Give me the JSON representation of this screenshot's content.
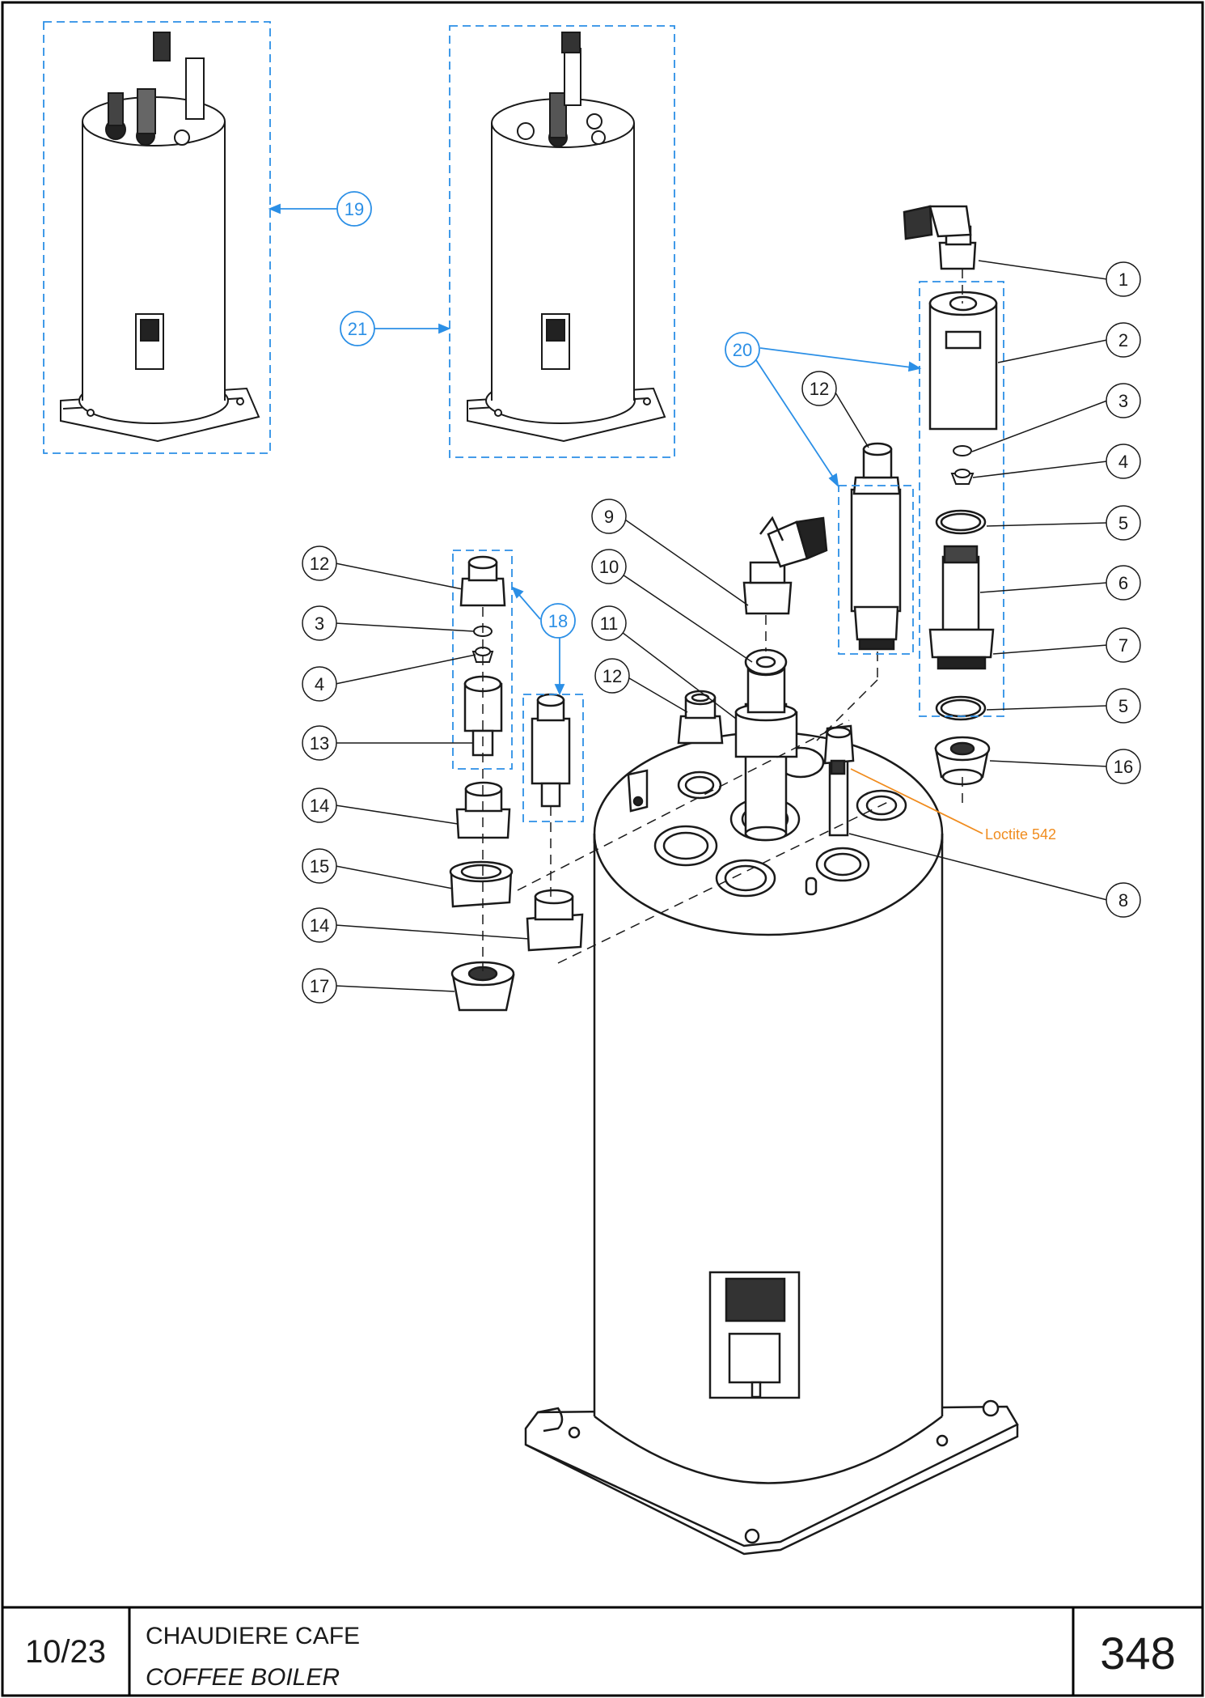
{
  "title_block": {
    "date_code": "10/23",
    "title_fr": "CHAUDIERE CAFE",
    "title_en": "COFFEE BOILER",
    "page_number": "348"
  },
  "annotation": {
    "loctite": "Loctite 542"
  },
  "callouts": {
    "c1": "1",
    "c2": "2",
    "c3a": "3",
    "c4a": "4",
    "c5a": "5",
    "c6": "6",
    "c7": "7",
    "c5b": "5",
    "c16": "16",
    "c8": "8",
    "c12a": "12",
    "c9": "9",
    "c10": "10",
    "c11": "11",
    "c12b": "12",
    "c12c": "12",
    "c3b": "3",
    "c4b": "4",
    "c13": "13",
    "c14a": "14",
    "c15": "15",
    "c14b": "14",
    "c17": "17",
    "c18": "18",
    "c19": "19",
    "c20": "20",
    "c21": "21"
  },
  "colors": {
    "line": "#1a1a1a",
    "assembly_blue": "#2b8fe6",
    "loctite_orange": "#f08c1e",
    "frame": "#000000"
  }
}
